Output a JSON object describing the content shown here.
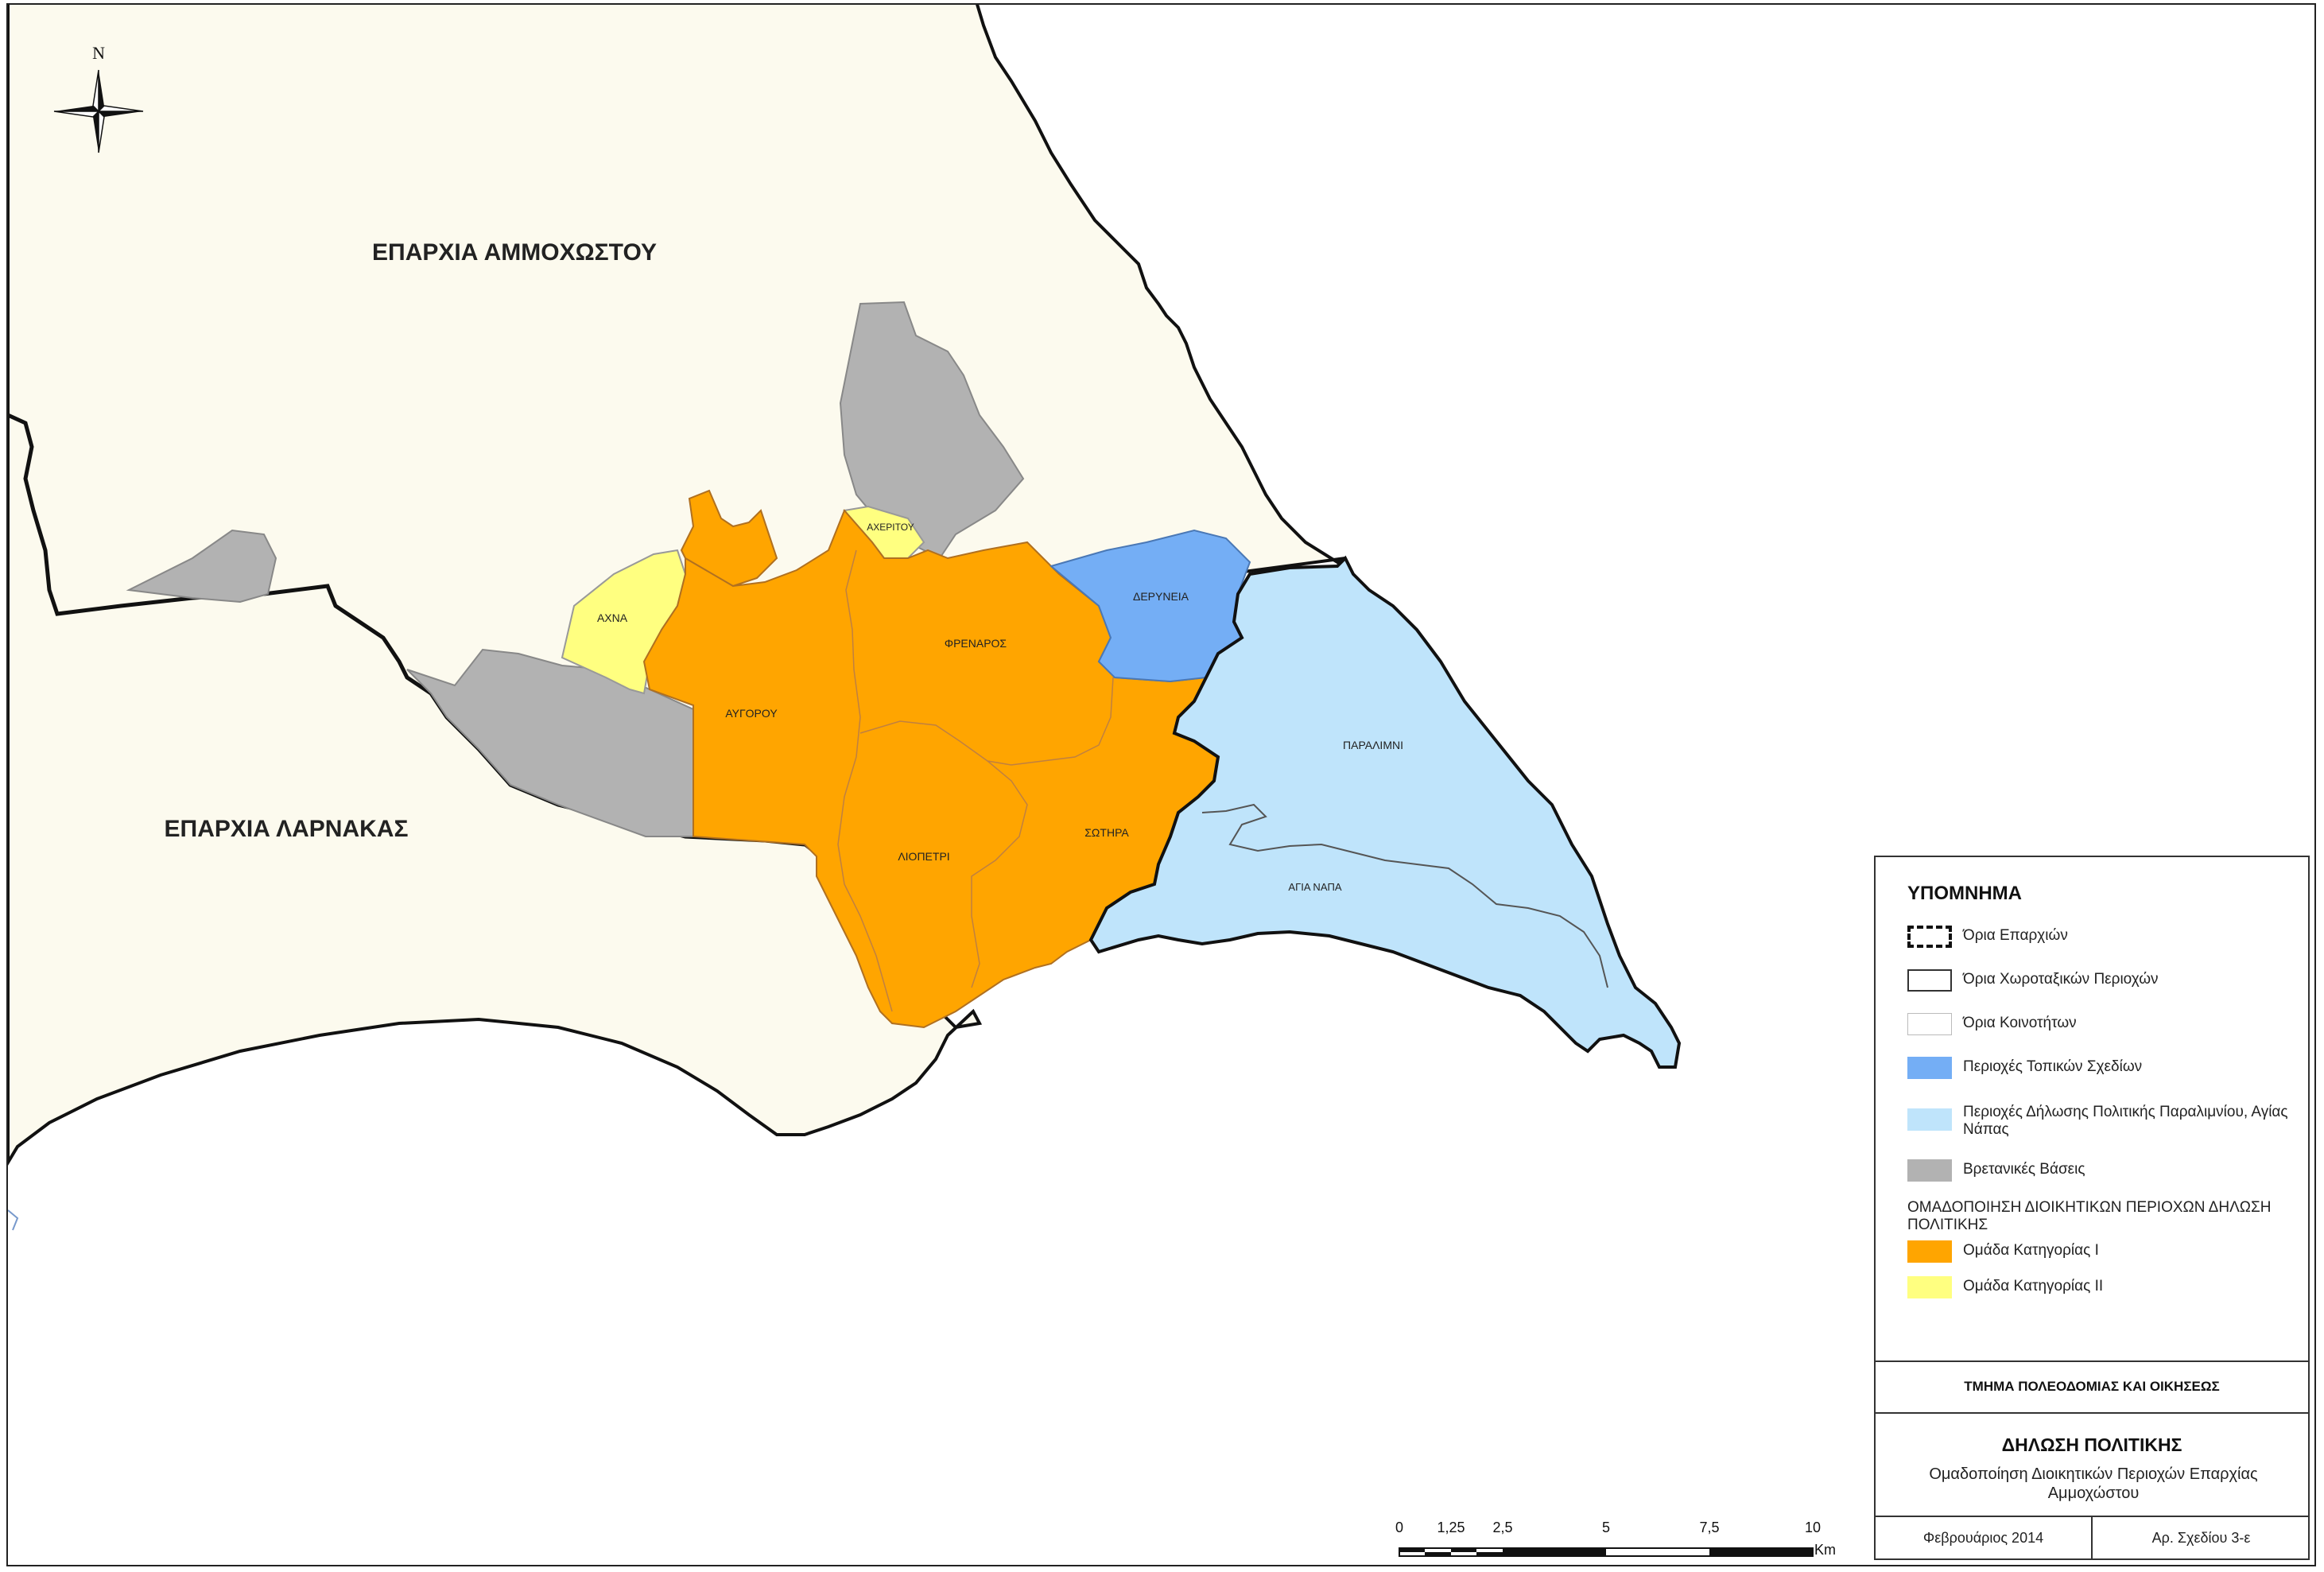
{
  "map": {
    "north_label": "N",
    "regions": {
      "famagusta": "ΕΠΑΡΧΙΑ ΑΜΜΟΧΩΣΤΟΥ",
      "larnaca": "ΕΠΑΡΧΙΑ ΛΑΡΝΑΚΑΣ"
    },
    "places": {
      "achna": "ΑΧΝΑ",
      "acheritou": "ΑΧΕΡΙΤΟΥ",
      "avgorou": "ΑΥΓΟΡΟΥ",
      "frenaros": "ΦΡΕΝΑΡΟΣ",
      "deryneia": "ΔΕΡΥΝΕΙΑ",
      "paralimni": "ΠΑΡΑΛΙΜΝΙ",
      "sotira": "ΣΩΤΗΡΑ",
      "liopetri": "ΛΙΟΠΕΤΡΙ",
      "agia_napa": "ΑΓΙΑ ΝΑΠΑ"
    },
    "colors": {
      "land": "#fcfaee",
      "sea": "#ffffff",
      "category_1": "#ffa500",
      "category_2": "#ffff80",
      "local_plans": "#74aef5",
      "policy_paralimni_agia_napa": "#bfe4fb",
      "british_bases": "#b2b2b2"
    }
  },
  "legend": {
    "title": "ΥΠΟΜΝΗΜΑ",
    "items": [
      {
        "label": "Όρια Επαρχιών"
      },
      {
        "label": "Όρια Χωροταξικών Περιοχών"
      },
      {
        "label": "Όρια Κοινοτήτων"
      },
      {
        "label": "Περιοχές Τοπικών Σχεδίων"
      },
      {
        "label": "Περιοχές Δήλωσης Πολιτικής Παραλιμνίου, Αγίας Νάπας"
      },
      {
        "label": "Βρετανικές Βάσεις"
      }
    ],
    "group_heading": "ΟΜΑΔΟΠΟΙΗΣΗ ΔΙΟΙΚΗΤΙΚΩΝ ΠΕΡΙΟΧΩΝ ΔΗΛΩΣΗ ΠΟΛΙΤΙΚΗΣ",
    "group_items": [
      {
        "label": "Ομάδα Κατηγορίας Ι"
      },
      {
        "label": "Ομάδα Κατηγορίας ΙΙ"
      }
    ]
  },
  "title_block": {
    "department": "ΤΜΗΜΑ ΠΟΛΕΟΔΟΜΙΑΣ ΚΑΙ ΟΙΚΗΣΕΩΣ",
    "title": "ΔΗΛΩΣΗ ΠΟΛΙΤΙΚΗΣ",
    "subtitle": "Ομαδοποίηση Διοικητικών Περιοχών Επαρχίας Αμμοχώστου",
    "date": "Φεβρουάριος 2014",
    "plan_number": "Αρ. Σχεδίου 3-ε"
  },
  "scale_bar": {
    "ticks": [
      "0",
      "1,25",
      "2,5",
      "5",
      "7,5",
      "10"
    ],
    "unit": "Km"
  }
}
